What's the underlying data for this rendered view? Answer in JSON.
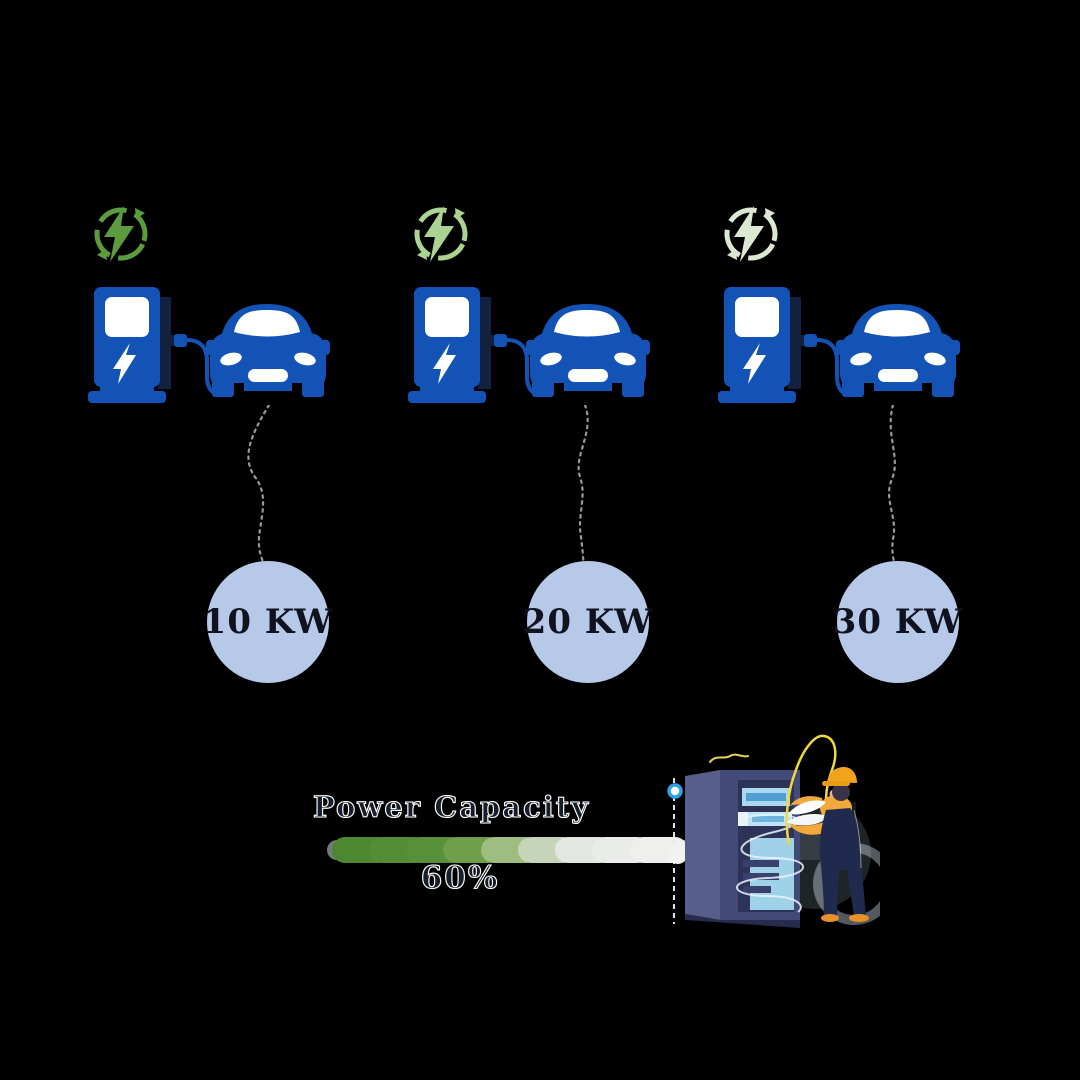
{
  "background_color": "#000000",
  "stations": [
    {
      "power_label": "10 KW",
      "icon": "green-energy-bolt-icon",
      "icon_color": "#5c9c3e"
    },
    {
      "power_label": "20 KW",
      "icon": "green-energy-bolt-icon",
      "icon_color": "#abd392"
    },
    {
      "power_label": "30 KW",
      "icon": "green-energy-bolt-icon",
      "icon_color": "#dde8d2"
    }
  ],
  "power_capacity": {
    "title": "Power Capacity",
    "percent": 60,
    "percent_label": "60%"
  },
  "colors": {
    "ev_blue": "#1453b6",
    "badge_fill": "#b7c9e8",
    "badge_text": "#10131f",
    "bar_segment_colors": [
      "#4c8830",
      "#538d36",
      "#578f3a",
      "#6f9f4b",
      "#9dbe80",
      "#c6d5ba",
      "#e2e7e2",
      "#eaece9",
      "#eff0ee"
    ],
    "connector_gray": "#9a9a9a",
    "cabinet_front": "#424a78",
    "cabinet_side": "#585e8c",
    "screen_blue": "#a9d8ef",
    "worker_hat": "#f2a31d",
    "worker_overalls": "#1f2a4e",
    "cable_yellow": "#f0d83a"
  }
}
